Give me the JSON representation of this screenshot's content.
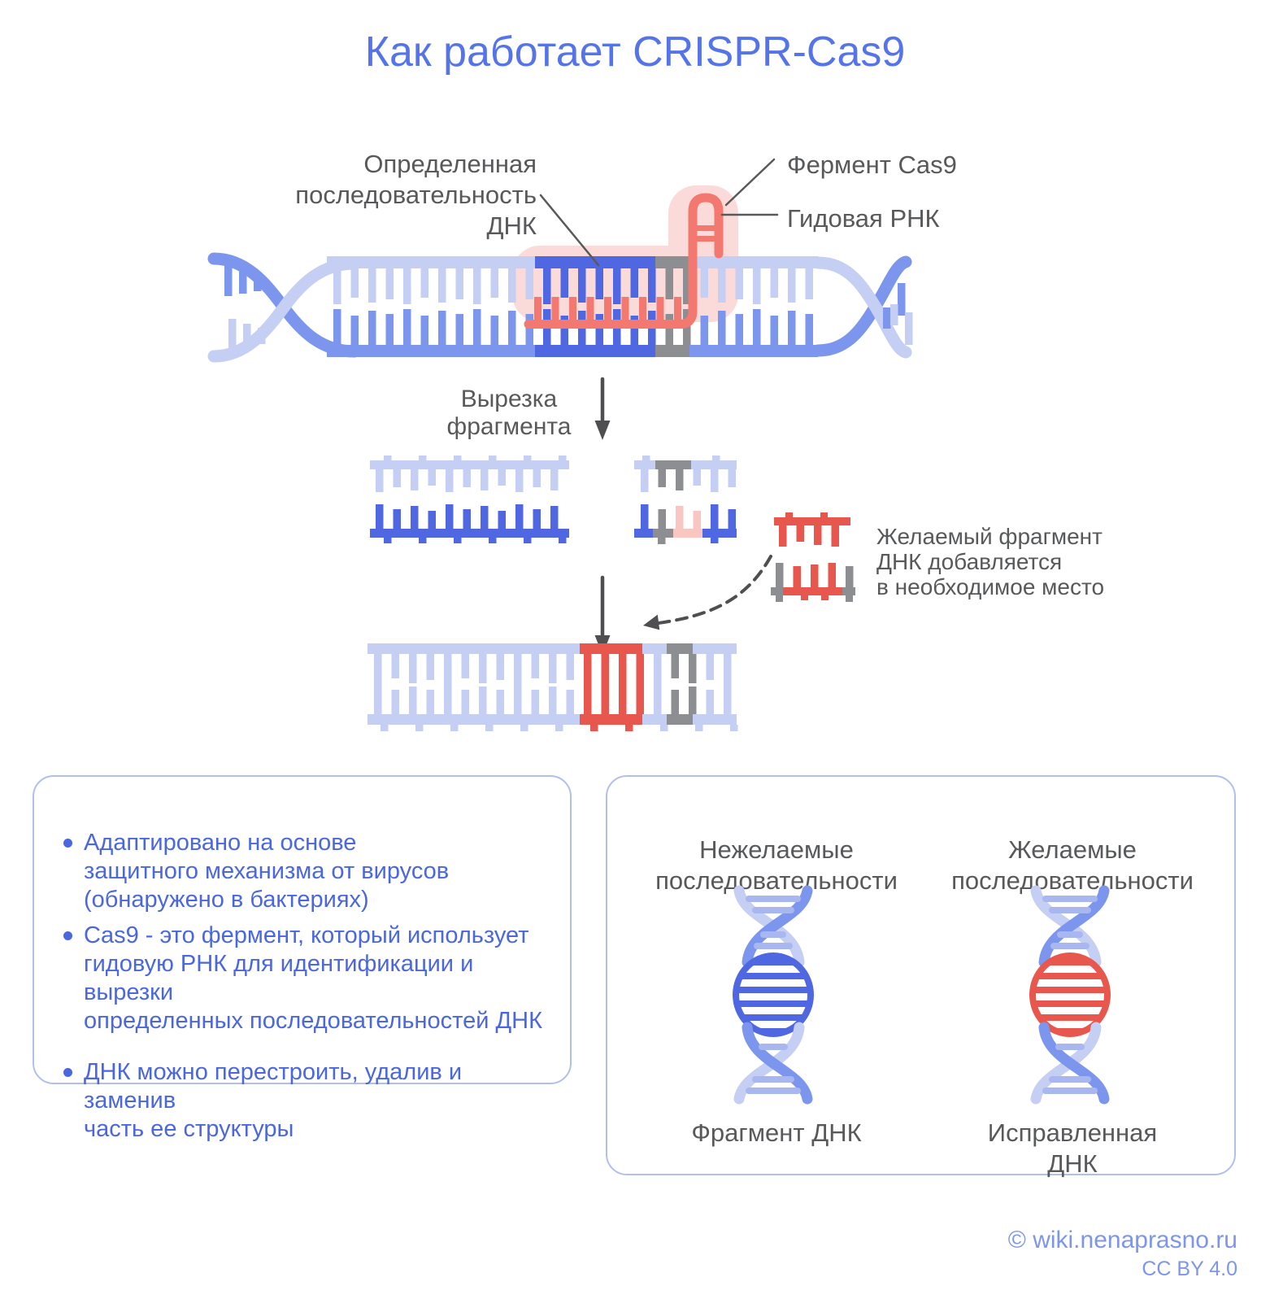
{
  "title": "Как работает CRISPR-Cas9",
  "diagram": {
    "label_dna_sequence_lines": [
      "Определенная",
      "последовательность",
      "ДНК"
    ],
    "label_cas9": "Фермент Cas9",
    "label_guide_rna": "Гидовая РНК",
    "label_cut_lines": [
      "Вырезка",
      "фрагмента"
    ],
    "label_insert_lines": [
      "Желаемый фрагмент",
      "ДНК добавляется",
      "в необходимое место"
    ]
  },
  "info_box": {
    "bullets": [
      {
        "lines": [
          "Адаптировано на основе",
          "защитного механизма от вирусов",
          "(обнаружено в бактериях)"
        ]
      },
      {
        "lines": [
          "Cas9 - это фермент, который использует",
          "гидовую РНК для идентификации и вырезки",
          "определенных последовательностей ДНК"
        ]
      },
      {
        "lines": [
          "ДНК можно перестроить, удалив и заменив",
          "часть ее структуры"
        ]
      }
    ]
  },
  "comparison_box": {
    "left_column": {
      "header_lines": [
        "Нежелаемые",
        "последовательности"
      ],
      "caption_lines": [
        "Фрагмент ДНК"
      ]
    },
    "right_column": {
      "header_lines": [
        "Желаемые",
        "последовательности"
      ],
      "caption_lines": [
        "Исправленная",
        "ДНК"
      ]
    }
  },
  "footer": {
    "credit": "© wiki.nenaprasno.ru",
    "license": "CC BY 4.0"
  },
  "colors": {
    "title": "#5674EA",
    "text_dark": "#58595B",
    "text_blue": "#4A67E0",
    "strand_light": "#C5CEF3",
    "strand_medium": "#7B96EC",
    "strand_dark": "#4F67E1",
    "strand_gray": "#8C8E92",
    "rung_light": "#A9B7F0",
    "rna_red": "#F3786F",
    "accent_red": "#E8574D",
    "pink_soft": "#FBDBDA",
    "pink_tooth": "#F9C6C1",
    "box_border": "#B2BFEC",
    "credit": "#7D96EB",
    "arrow": "#4F4F52"
  }
}
